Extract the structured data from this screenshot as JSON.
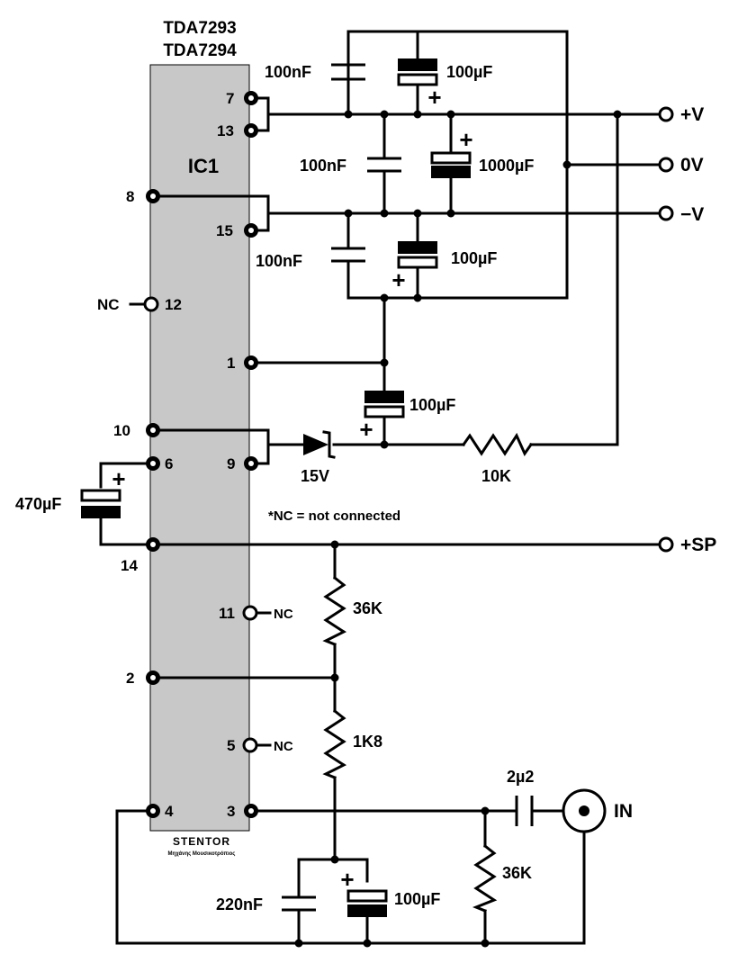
{
  "ic": {
    "part_1": "TDA7293",
    "part_2": "TDA7294",
    "ref": "IC1",
    "pins": {
      "p7": "7",
      "p13": "13",
      "p8": "8",
      "p15": "15",
      "p12": "12",
      "p1": "1",
      "p10": "10",
      "p6": "6",
      "p9": "9",
      "p14": "14",
      "p11": "11",
      "p2": "2",
      "p5": "5",
      "p4": "4",
      "p3": "3"
    },
    "nc_label": "NC",
    "logo_text": "STENTOR",
    "logo_sub": "Μηχάνης Μουσικοτρόπιος"
  },
  "components": {
    "c_top_film": "100nF",
    "c_top_elec": "100µF",
    "c_mid_film": "100nF",
    "c_mid_elec": "1000µF",
    "c_low_film": "100nF",
    "c_low_elec": "100µF",
    "c_bootstrap": "100µF",
    "zener": "15V",
    "r_mute": "10K",
    "c_left": "470µF",
    "r_fb1": "36K",
    "r_fb2": "1K8",
    "c_in": "2µ2",
    "r_in": "36K",
    "c_gnd_film": "220nF",
    "c_gnd_elec": "100µF",
    "plus": "+"
  },
  "terminals": {
    "vpos": "+V",
    "zero": "0V",
    "vneg": "−V",
    "sp": "+SP",
    "in": "IN"
  },
  "note": "*NC = not connected"
}
